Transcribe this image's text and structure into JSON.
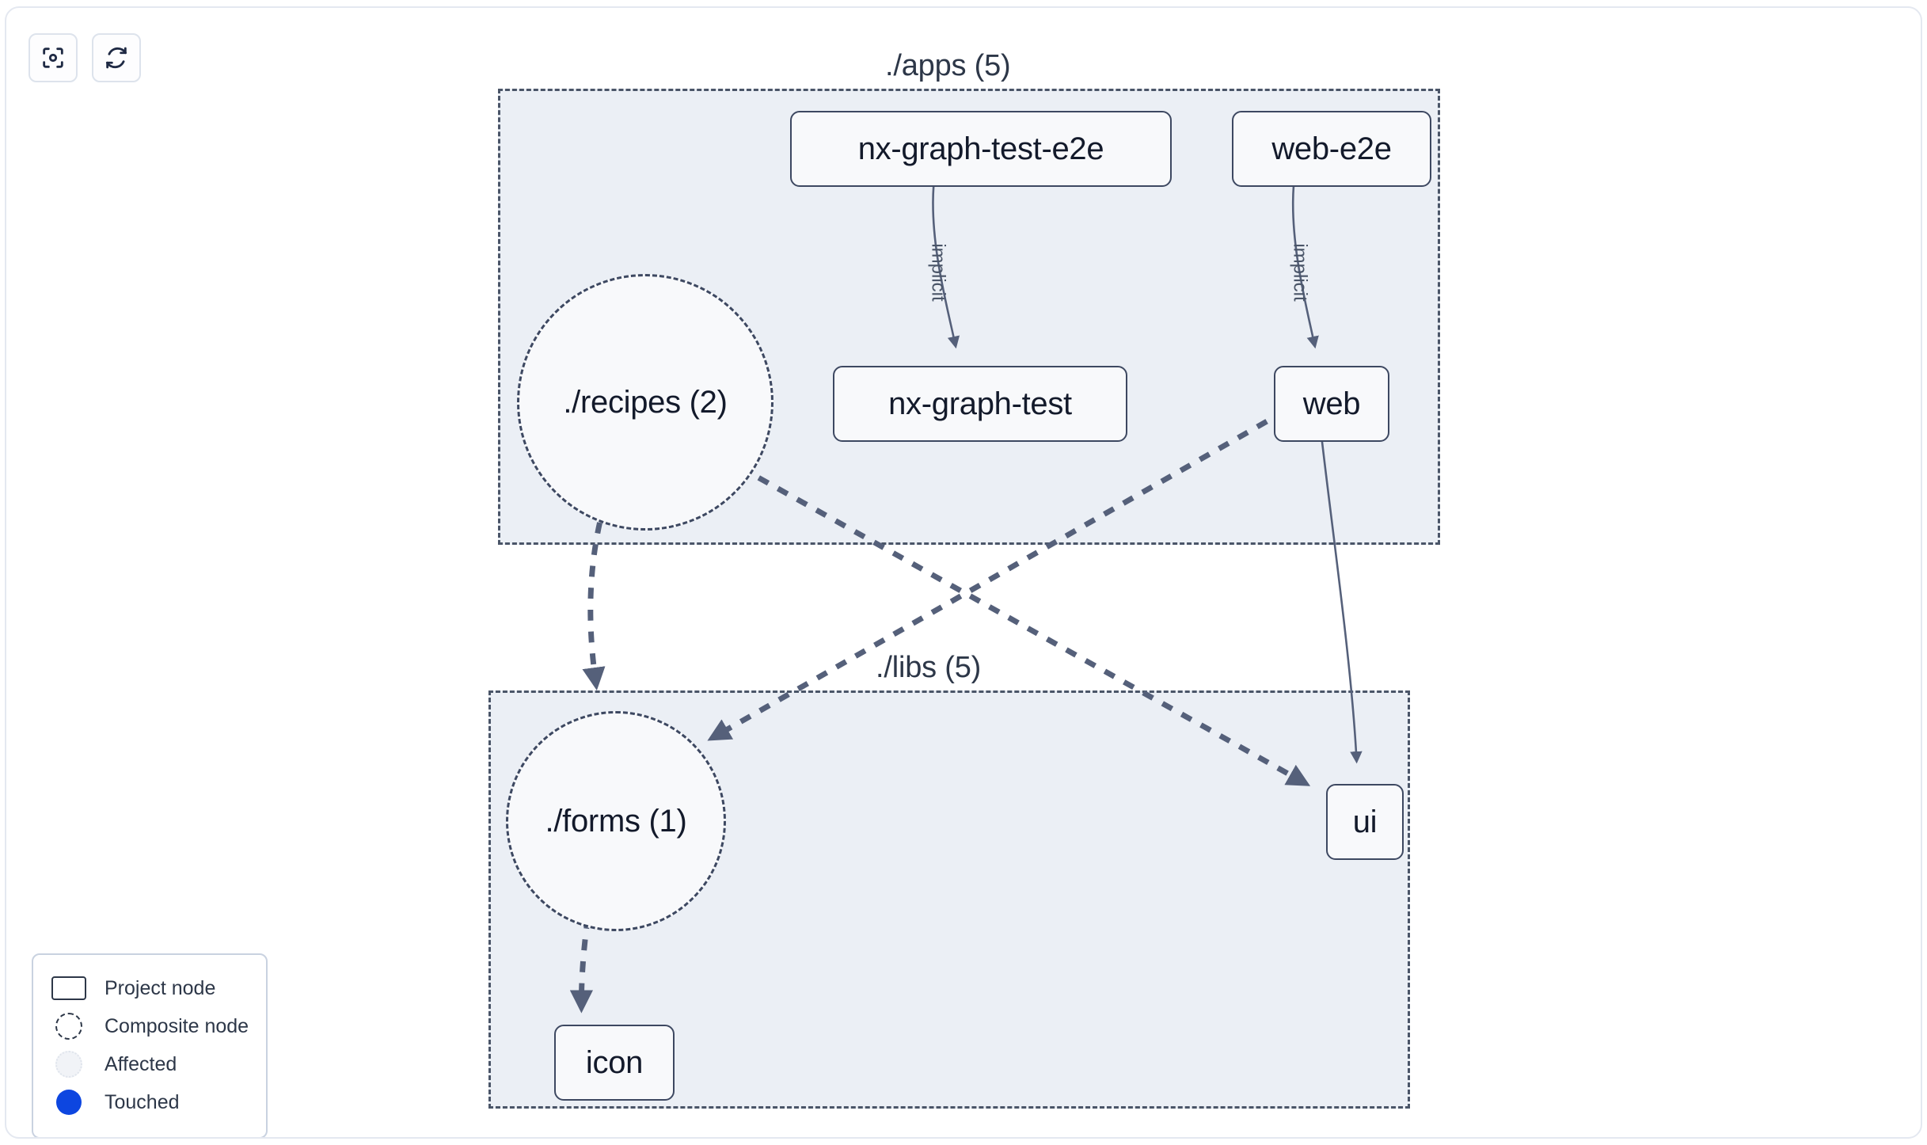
{
  "toolbar": {
    "buttons": [
      {
        "name": "focus-graph-button",
        "icon": "focus-target-icon",
        "title": "Focus graph"
      },
      {
        "name": "refresh-graph-button",
        "icon": "refresh-icon",
        "title": "Refresh graph"
      }
    ]
  },
  "graph": {
    "groups": [
      {
        "id": "apps",
        "label": "./apps (5)"
      },
      {
        "id": "libs",
        "label": "./libs (5)"
      }
    ],
    "nodes": [
      {
        "id": "nx-graph-test-e2e",
        "label": "nx-graph-test-e2e",
        "type": "project"
      },
      {
        "id": "web-e2e",
        "label": "web-e2e",
        "type": "project"
      },
      {
        "id": "nx-graph-test",
        "label": "nx-graph-test",
        "type": "project"
      },
      {
        "id": "web",
        "label": "web",
        "type": "project"
      },
      {
        "id": "recipes",
        "label": "./recipes (2)",
        "type": "composite"
      },
      {
        "id": "forms",
        "label": "./forms (1)",
        "type": "composite"
      },
      {
        "id": "ui",
        "label": "ui",
        "type": "project"
      },
      {
        "id": "icon",
        "label": "icon",
        "type": "project"
      }
    ],
    "edges": [
      {
        "from": "nx-graph-test-e2e",
        "to": "nx-graph-test",
        "label": "implicit",
        "style": "solid"
      },
      {
        "from": "web-e2e",
        "to": "web",
        "label": "implicit",
        "style": "solid"
      },
      {
        "from": "web",
        "to": "forms",
        "label": "",
        "style": "dashed"
      },
      {
        "from": "recipes",
        "to": "ui",
        "label": "",
        "style": "dashed"
      },
      {
        "from": "recipes",
        "to": "forms",
        "label": "",
        "style": "dashed"
      },
      {
        "from": "web",
        "to": "ui",
        "label": "",
        "style": "solid"
      },
      {
        "from": "forms",
        "to": "icon",
        "label": "",
        "style": "dashed"
      }
    ]
  },
  "legend": {
    "items": [
      {
        "swatch": "project-node-swatch",
        "label": "Project node"
      },
      {
        "swatch": "composite-node-swatch",
        "label": "Composite node"
      },
      {
        "swatch": "affected-swatch",
        "label": "Affected"
      },
      {
        "swatch": "touched-swatch",
        "label": "Touched"
      }
    ]
  },
  "colors": {
    "group_fill": "#ebeff5",
    "group_border": "#4a5568",
    "node_fill": "#f8f9fb",
    "node_border": "#3d4861",
    "edge": "#55607a",
    "touched": "#0d46e0",
    "text": "#131a2b"
  }
}
